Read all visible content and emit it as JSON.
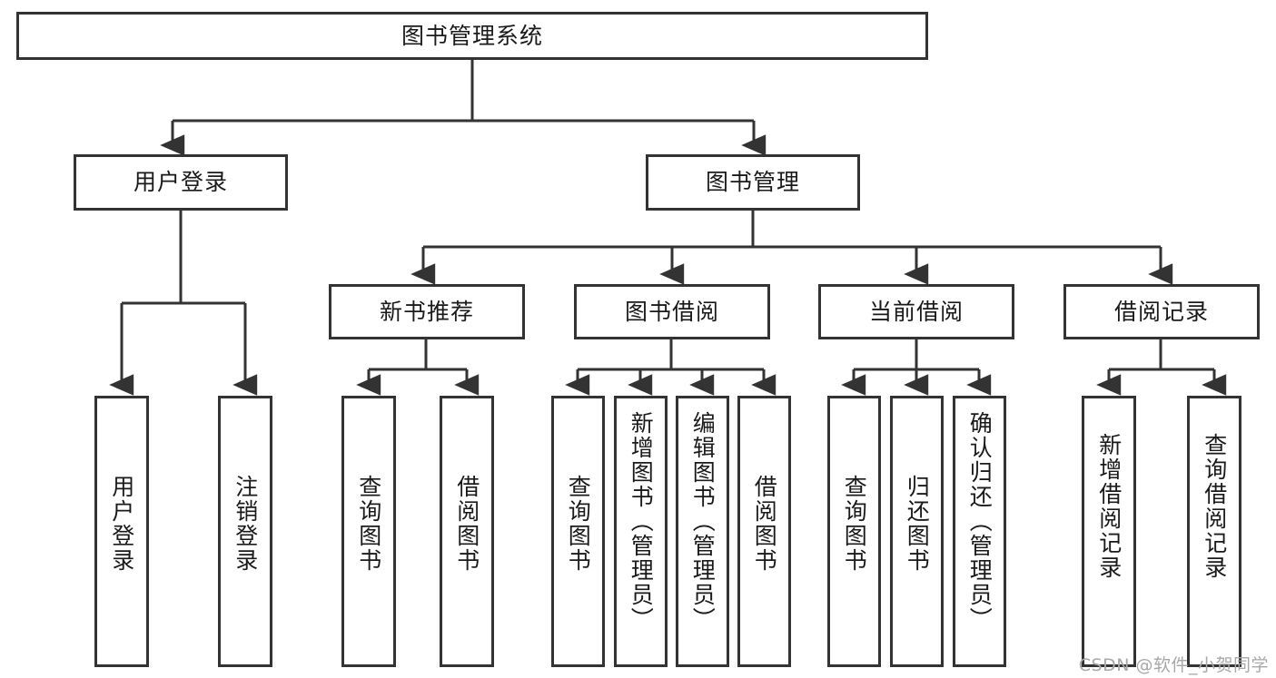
{
  "diagram": {
    "title": "图书管理系统",
    "type": "hierarchy-tree",
    "colors": {
      "border": "#333333",
      "background": "#ffffff",
      "text": "#1a1a1a",
      "watermark": "#a8a8a8"
    },
    "root": {
      "label": "图书管理系统"
    },
    "level2": [
      {
        "label": "用户登录"
      },
      {
        "label": "图书管理"
      }
    ],
    "level3": [
      {
        "label": "新书推荐"
      },
      {
        "label": "图书借阅"
      },
      {
        "label": "当前借阅"
      },
      {
        "label": "借阅记录"
      }
    ],
    "leaves": {
      "user_login": [
        {
          "label": "用户登录"
        },
        {
          "label": "注销登录"
        }
      ],
      "new_book_recommend": [
        {
          "label": "查询图书"
        },
        {
          "label": "借阅图书"
        }
      ],
      "book_borrow": [
        {
          "label": "查询图书"
        },
        {
          "label": "新增图书（管理员）"
        },
        {
          "label": "编辑图书（管理员）"
        },
        {
          "label": "借阅图书"
        }
      ],
      "current_borrow": [
        {
          "label": "查询图书"
        },
        {
          "label": "归还图书"
        },
        {
          "label": "确认归还（管理员）"
        }
      ],
      "borrow_record": [
        {
          "label": "新增借阅记录"
        },
        {
          "label": "查询借阅记录"
        }
      ]
    }
  },
  "watermark": {
    "text": "CSDN @软件_小贺同学"
  }
}
